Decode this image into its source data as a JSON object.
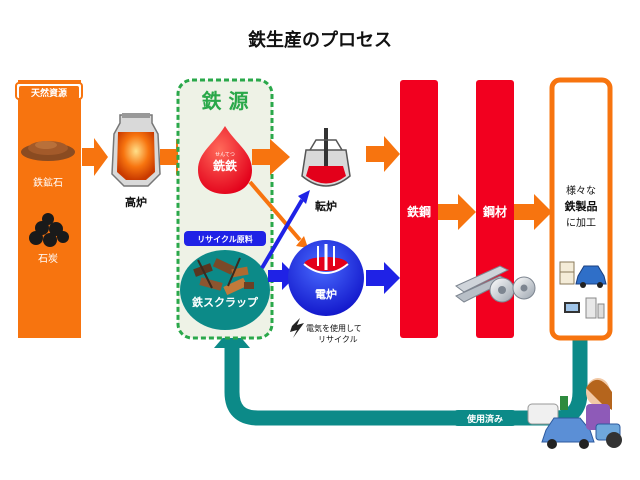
{
  "title": "鉄生産のプロセス",
  "resources": {
    "label": "天然資源",
    "items": [
      {
        "label": "鉄鉱石",
        "icon": "iron-ore-icon"
      },
      {
        "label": "石炭",
        "icon": "coal-icon"
      }
    ]
  },
  "blast_furnace": {
    "label": "高炉",
    "icon": "blast-furnace-icon"
  },
  "iron_source": {
    "label": "鉄 源",
    "pig_iron": {
      "label": "銑鉄",
      "ruby": "せんてつ",
      "icon": "molten-iron-drop-icon"
    },
    "recycle_label": "リサイクル原料",
    "scrap": {
      "label": "鉄スクラップ",
      "icon": "scrap-pile-icon"
    }
  },
  "converter": {
    "label": "転炉",
    "icon": "converter-icon"
  },
  "electric_furnace": {
    "label": "電炉",
    "icon": "electric-furnace-icon"
  },
  "electric_note": [
    "電気を使用して",
    "リサイクル"
  ],
  "steel": {
    "label": "鉄鋼"
  },
  "steel_material": {
    "label": "鋼材",
    "icon": "steel-coil-beam-icon"
  },
  "products": {
    "lines": [
      "様々な",
      "鉄製品",
      "に加工"
    ],
    "icons": [
      "appliance-icon",
      "car-icon",
      "computer-icon"
    ]
  },
  "used": {
    "label": "使用済み",
    "icon": "discarded-goods-icon"
  },
  "colors": {
    "orange": "#f7740f",
    "red": "#f2001f",
    "blue": "#1f22e6",
    "teal": "#0c8a88",
    "green_dashed": "#2aa84a",
    "source_bg": "#eef2e6"
  }
}
